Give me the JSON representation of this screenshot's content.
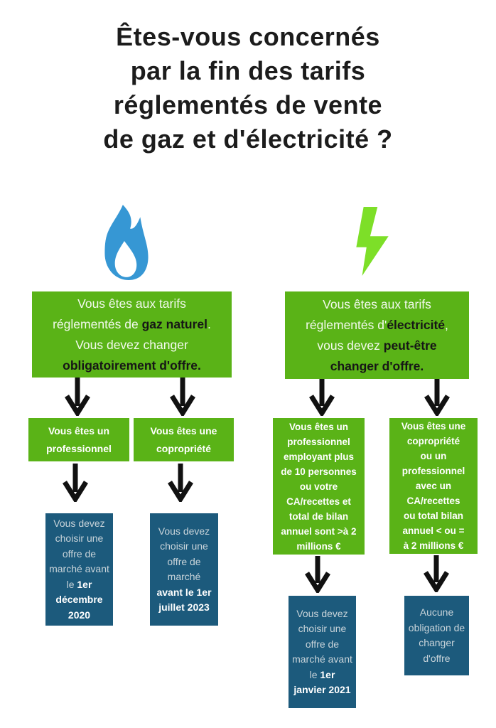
{
  "title": "Êtes-vous concernés\npar la fin des tarifs\nréglementés de vente\nde gaz et d'électricité ?",
  "colors": {
    "box_green": "#5ab317",
    "box_dark_blue": "#1c5a7c",
    "flame_blue": "#3697d4",
    "bolt_green": "#7ddf28",
    "arrow_black": "#111111",
    "title_black": "#1c1c1c"
  },
  "gas": {
    "icon": "flame-icon",
    "intro": {
      "t1": "Vous êtes aux tarifs\nréglementés de ",
      "b1": "gaz naturel",
      "t2": ".\nVous devez changer\n",
      "b2": "obligatoirement d'offre."
    },
    "branches": [
      {
        "label": "Vous êtes un\nprofessionnel"
      },
      {
        "label": "Vous êtes une\ncopropriété"
      }
    ],
    "outcomes": [
      {
        "t1": "Vous devez\nchoisir une\noffre de\nmarché avant\nle ",
        "b1": "1er\ndécembre\n2020"
      },
      {
        "t1": "Vous devez\nchoisir une\noffre de\nmarché\n",
        "b1": "avant le 1er\njuillet 2023"
      }
    ]
  },
  "electricity": {
    "icon": "lightning-icon",
    "intro": {
      "t1": "Vous êtes aux tarifs\nréglementés d'",
      "b1": "électricité",
      "t2": ",\nvous devez ",
      "b2": "peut-être\nchanger d'offre."
    },
    "branches": [
      {
        "label": "Vous êtes un\nprofessionnel\nemployant plus\nde 10 personnes\nou votre\nCA/recettes et\ntotal de bilan\nannuel sont >à 2\nmillions €"
      },
      {
        "label": "Vous êtes une\ncopropriété\nou un\nprofessionnel\navec un\nCA/recettes\nou total bilan\nannuel < ou =\nà 2 millions €"
      }
    ],
    "outcomes": [
      {
        "t1": "Vous devez\nchoisir une\noffre de\nmarché avant\nle ",
        "b1": "1er\njanvier 2021"
      },
      {
        "t1": "Aucune\nobligation de\nchanger\nd'offre",
        "b1": ""
      }
    ]
  }
}
